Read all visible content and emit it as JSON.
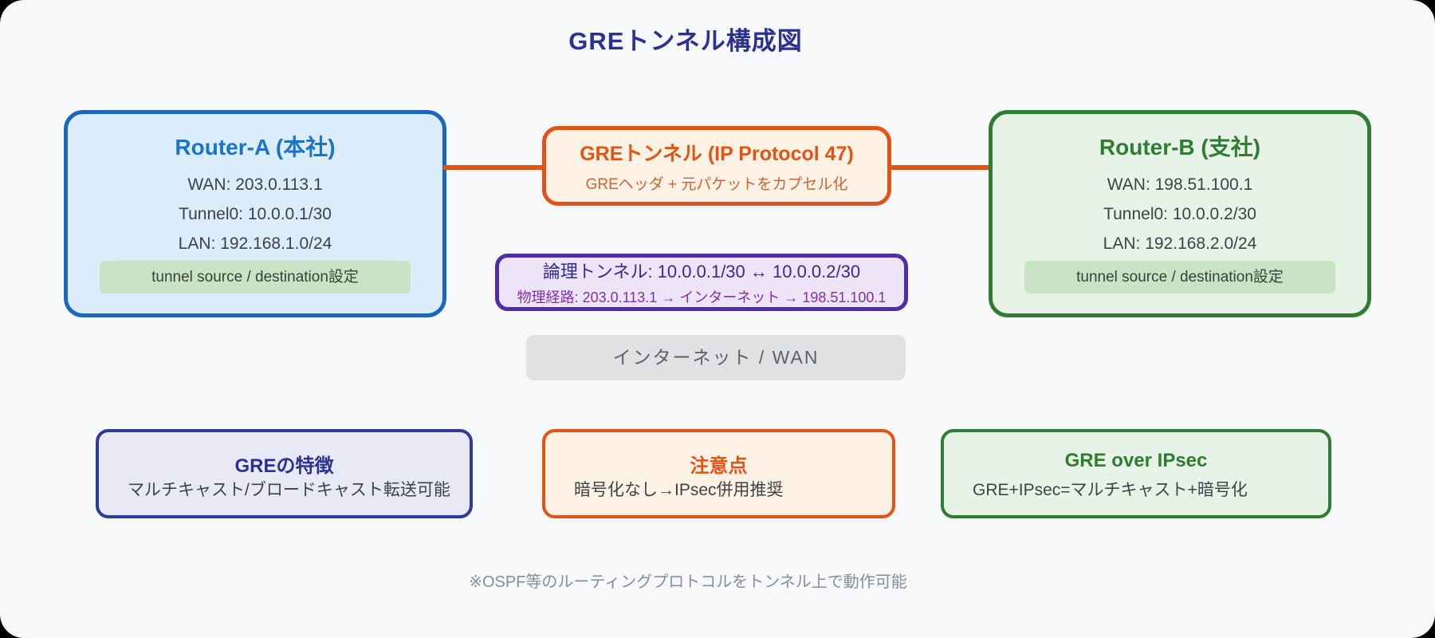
{
  "page": {
    "title": "GREトンネル構成図",
    "footer": "※OSPF等のルーティングプロトコルをトンネル上で動作可能"
  },
  "router_a": {
    "title": "Router-A (本社)",
    "lines": [
      "WAN: 203.0.113.1",
      "Tunnel0: 10.0.0.1/30",
      "LAN: 192.168.1.0/24"
    ],
    "badge": "tunnel source / destination設定"
  },
  "router_b": {
    "title": "Router-B (支社)",
    "lines": [
      "WAN: 198.51.100.1",
      "Tunnel0: 10.0.0.2/30",
      "LAN: 192.168.2.0/24"
    ],
    "badge": "tunnel source / destination設定"
  },
  "gre_tunnel": {
    "title": "GREトンネル (IP Protocol 47)",
    "subtitle": "GREヘッダ + 元パケットをカプセル化"
  },
  "logical_tunnel": {
    "line1": "論理トンネル: 10.0.0.1/30 ↔ 10.0.0.2/30",
    "line2": "物理経路: 203.0.113.1 → インターネット → 198.51.100.1"
  },
  "internet": {
    "label": "インターネット / WAN"
  },
  "info_cards": [
    {
      "title": "GREの特徴",
      "body": "マルチキャスト/ブロードキャスト転送可能"
    },
    {
      "title": "注意点",
      "body": "暗号化なし→IPsec併用推奨"
    },
    {
      "title": "GRE over IPsec",
      "body": "GRE+IPsec=マルチキャスト+暗号化"
    }
  ],
  "colors": {
    "page_background": "#f7f8fa",
    "title_text": "#2b3191",
    "router_a_border": "#1a67c0",
    "router_a_background": "#dbecfb",
    "router_a_title": "#1a74ca",
    "router_b_border": "#2e7d32",
    "router_b_background": "#e7f3e6",
    "router_b_title": "#2e7d32",
    "badge_background": "#c9e4c5",
    "gre_border": "#e35315",
    "gre_background": "#fdf2e3",
    "gre_title": "#e35315",
    "gre_subtitle": "#ce6539",
    "tunnel_line": "#e35315",
    "logical_border": "#4f2da6",
    "logical_background": "#ede5f7",
    "logical_line1": "#332b8f",
    "logical_line2": "#7e30b2",
    "internet_background": "#e0e1e3",
    "internet_text": "#5d6065",
    "features_border": "#2e3b9d",
    "features_background": "#e8e9f5",
    "body_text": "#3d4248",
    "footer_text": "#898d95"
  }
}
